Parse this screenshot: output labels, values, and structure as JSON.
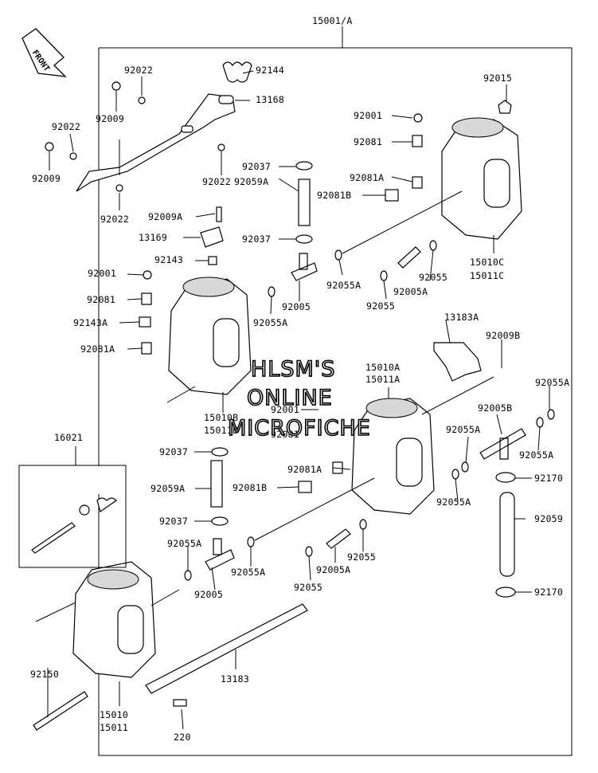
{
  "front_badge": "FRONT",
  "watermark": {
    "line1": "HLSM'S",
    "line2": "ONLINE",
    "line3": "MICROFICHE"
  },
  "labels": {
    "assembly": "15001/A",
    "p92022_a": "92022",
    "p92144": "92144",
    "p92009_a": "92009",
    "p13168": "13168",
    "p92015": "92015",
    "p92022_b": "92022",
    "p92009_b": "92009",
    "p92022_c": "92022",
    "p92022_d": "92022",
    "p92001_r": "92001",
    "p92081_r": "92081",
    "p92037_a": "92037",
    "p92081A_r": "92081A",
    "p92081B_r": "92081B",
    "p92059A_a": "92059A",
    "p92009A": "92009A",
    "p13169": "13169",
    "p92037_b": "92037",
    "p92143": "92143",
    "p15010C": "15010C",
    "p15011C": "15011C",
    "p92001_l": "92001",
    "p92055A_a": "92055A",
    "p92005A_a": "92005A",
    "p92055_a": "92055",
    "p92055_b": "92055",
    "p92081_l": "92081",
    "p92005_a": "92005",
    "p92143A": "92143A",
    "p92055A_b": "92055A",
    "p13183A": "13183A",
    "p92081A_l": "92081A",
    "p92009B": "92009B",
    "p15010A": "15010A",
    "p15011A": "15011A",
    "p92055A_c": "92055A",
    "p15010B": "15010B",
    "p15011B": "15011B",
    "p92001_c": "92001",
    "p92081_c": "92081",
    "p92005B": "92005B",
    "p92055A_d": "92055A",
    "p16021": "16021",
    "p92055A_e": "92055A",
    "p92037_c": "92037",
    "p92081A_c": "92081A",
    "p92170_a": "92170",
    "p92059A_b": "92059A",
    "p92081B_c": "92081B",
    "p92055A_f": "92055A",
    "p92037_d": "92037",
    "p92059": "92059",
    "p92055A_g": "92055A",
    "p92055_c": "92055",
    "p92055A_h": "92055A",
    "p92005A_b": "92005A",
    "p92005_b": "92005",
    "p92055_d": "92055",
    "p92170_b": "92170",
    "p92150": "92150",
    "p13183": "13183",
    "p15010": "15010",
    "p15011": "15011",
    "p220": "220"
  }
}
